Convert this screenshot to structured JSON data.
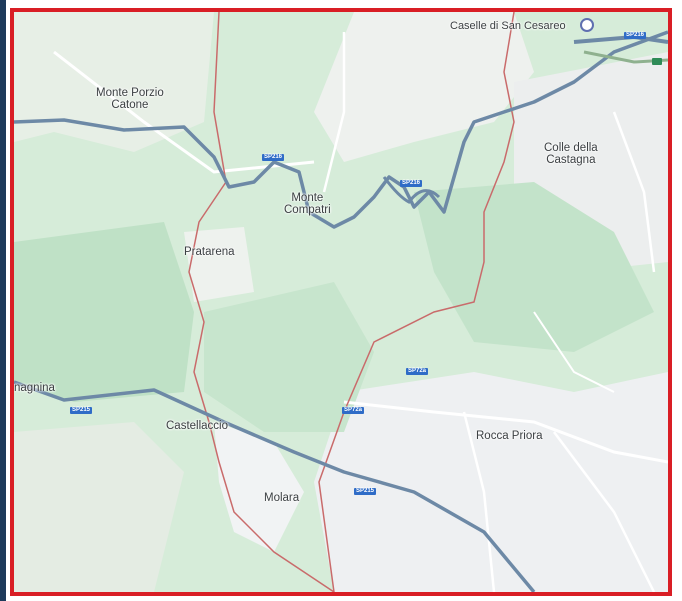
{
  "map": {
    "places": {
      "caselle": "Caselle di San Cesareo",
      "monte_porzio": "Monte Porzio\nCatone",
      "colle_castagna": "Colle della\nCastagna",
      "monte_compatri": "Monte\nCompatri",
      "pratarena": "Pratarena",
      "colonna_fragment": "nagnina",
      "castellaccio": "Castellaccio",
      "rocca_priora": "Rocca Priora",
      "molara": "Molara"
    },
    "road_labels": {
      "sp216_a": "SP216",
      "sp216_b": "SP216",
      "sp215_top": "SP216",
      "sp72a_a": "SP72a",
      "sp72a_b": "SP72a",
      "sp215": "SP215",
      "sp215_b": "SP215"
    },
    "colors": {
      "frame_border": "#d91e25",
      "forest": "#cfe9d4",
      "urban": "#eef0f2",
      "road_major": "#6d89a6",
      "road_minor": "#ffffff",
      "boundary": "#c96b6b",
      "shield": "#2f6cc7"
    }
  }
}
